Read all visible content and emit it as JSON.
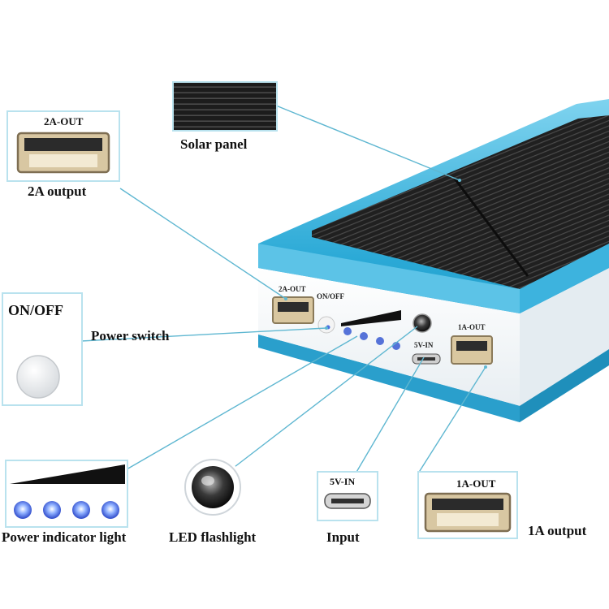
{
  "callouts": {
    "solar_panel": "Solar panel",
    "output_2a_box": "2A-OUT",
    "output_2a_caption": "2A output",
    "onoff_box": "ON/OFF",
    "power_switch": "Power switch",
    "power_indicator": "Power indicator light",
    "led_flashlight": "LED flashlight",
    "input_box": "5V-IN",
    "input_caption": "Input",
    "output_1a_box": "1A-OUT",
    "output_1a_caption": "1A output"
  },
  "device_labels": {
    "port_2a": "2A-OUT",
    "onoff": "ON/OFF",
    "port_5v": "5V-IN",
    "port_1a": "1A-OUT"
  },
  "colors": {
    "frame": "#2aa9d6",
    "callout_border": "#b9e2ee",
    "leader_line": "#5fb7d1",
    "panel": "#1b1b1b",
    "led": "#3b5fd6"
  }
}
